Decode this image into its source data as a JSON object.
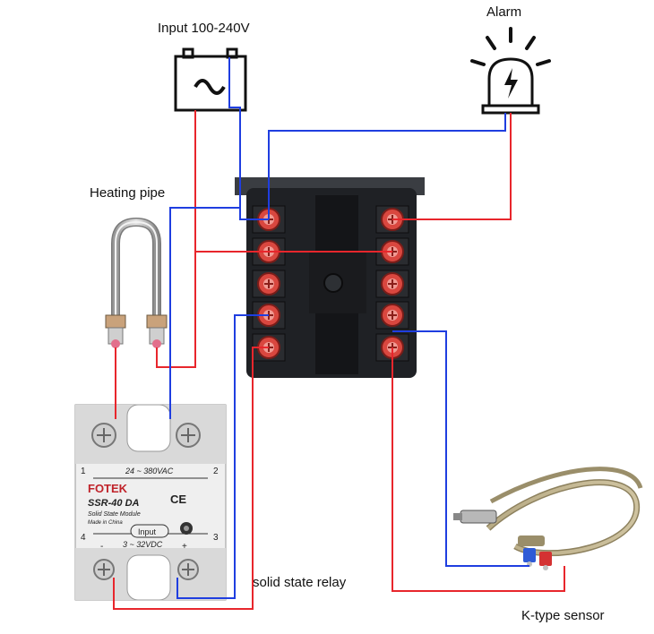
{
  "labels": {
    "input": "Input 100-240V",
    "alarm": "Alarm",
    "heating": "Heating pipe",
    "ssr_caption": "solid state relay",
    "sensor": "K-type sensor"
  },
  "relay": {
    "load_range": "24 ~ 380VAC",
    "brand": "FOTEK",
    "model": "SSR-40 DA",
    "subtitle": "Solid State Module",
    "origin": "Made in China",
    "input_tag": "Input",
    "control_range": "3 ~ 32VDC",
    "ce": "CE",
    "pin1": "1",
    "pin2": "2",
    "pin3": "3",
    "pin4": "4",
    "minus": "-",
    "plus": "+"
  },
  "wire_colors": {
    "red": "#e8262c",
    "blue": "#1f3ee0"
  }
}
